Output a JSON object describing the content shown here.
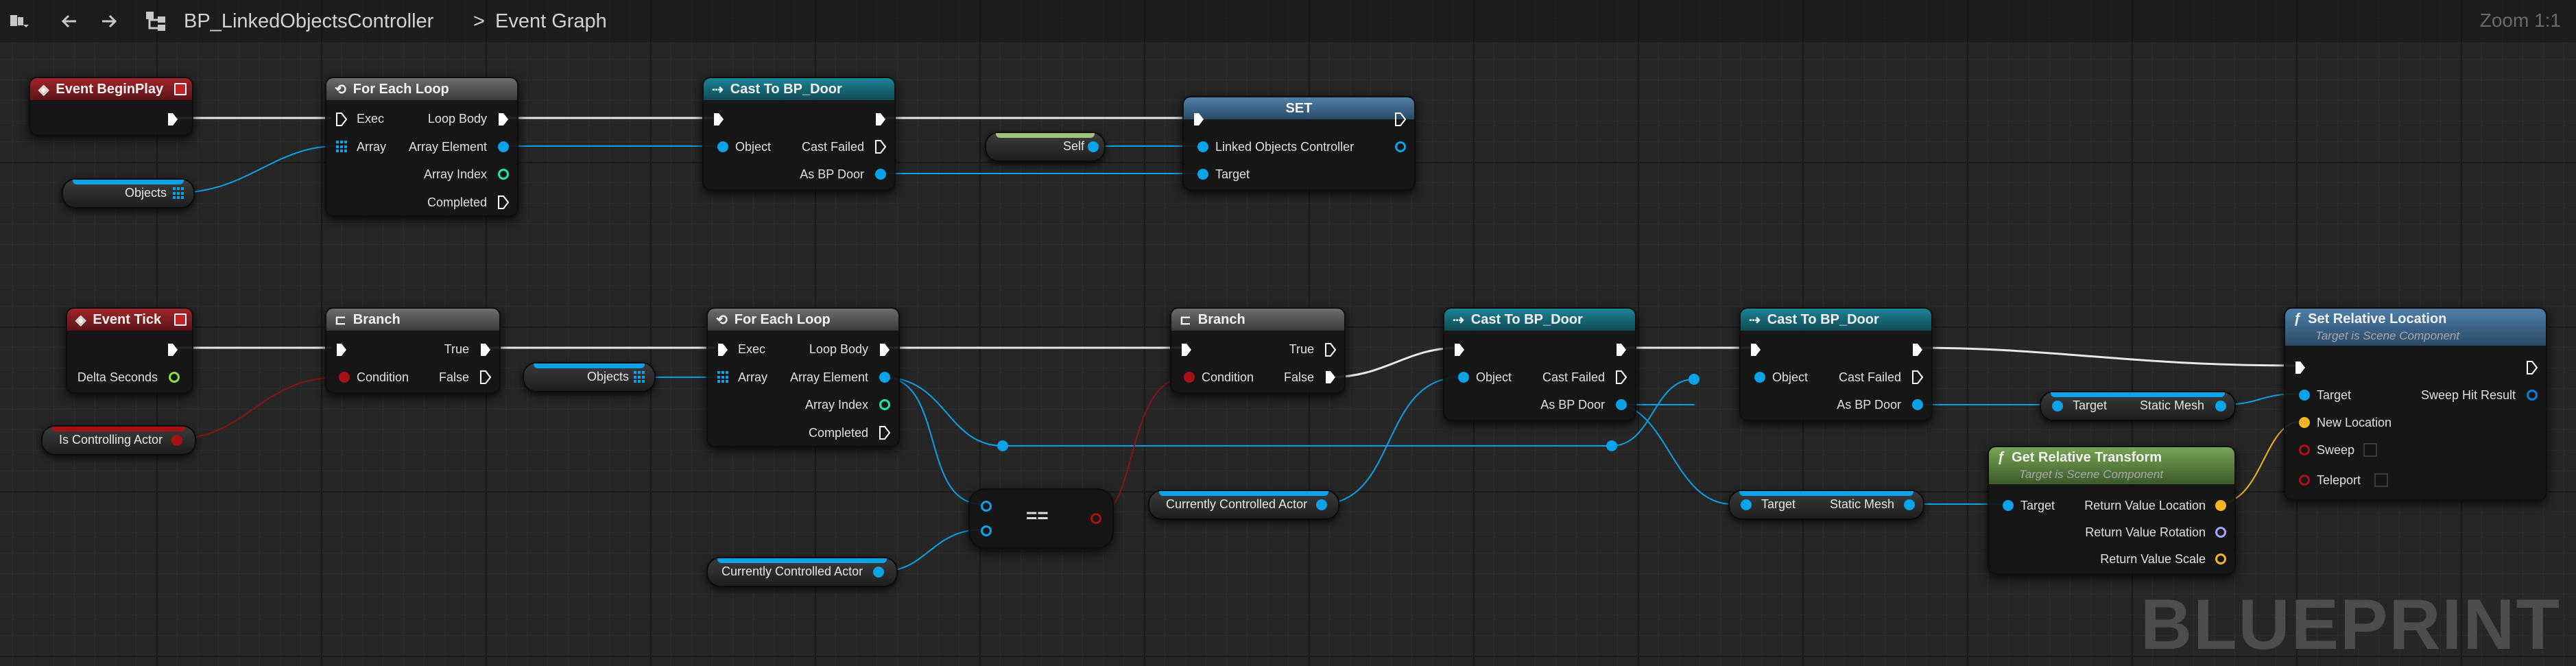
{
  "toolbar": {
    "blueprint_name": "BP_LinkedObjectsController",
    "separator": ">",
    "graph_name": "Event Graph",
    "zoom": "Zoom 1:1"
  },
  "watermark": "BLUEPRINT",
  "colors": {
    "event": "#a1242a",
    "flow": "#6d6d6d",
    "cast": "#1a8396",
    "function": "#4e7fa8",
    "pure_function": "#78a455",
    "object_pin": "#0aa3e8",
    "bool_pin": "#a81212",
    "vector_pin": "#f4b623",
    "rotator_pin": "#a5a6ff",
    "int_pin": "#1fe6a6",
    "float_pin": "#8ee03c"
  },
  "nodes": {
    "event_beginplay": {
      "title": "Event BeginPlay"
    },
    "foreach1": {
      "title": "For Each Loop",
      "exec": "Exec",
      "array": "Array",
      "loop_body": "Loop Body",
      "array_element": "Array Element",
      "array_index": "Array Index",
      "completed": "Completed"
    },
    "cast1": {
      "title": "Cast To BP_Door",
      "object": "Object",
      "cast_failed": "Cast Failed",
      "as_door": "As BP Door"
    },
    "set": {
      "title": "SET",
      "linked": "Linked Objects Controller",
      "target": "Target"
    },
    "self": {
      "label": "Self"
    },
    "objects1": {
      "label": "Objects"
    },
    "event_tick": {
      "title": "Event Tick",
      "delta": "Delta Seconds"
    },
    "is_controlling": {
      "label": "Is Controlling Actor"
    },
    "branch1": {
      "title": "Branch",
      "condition": "Condition",
      "true": "True",
      "false": "False"
    },
    "objects2": {
      "label": "Objects"
    },
    "foreach2": {
      "title": "For Each Loop",
      "exec": "Exec",
      "array": "Array",
      "loop_body": "Loop Body",
      "array_element": "Array Element",
      "array_index": "Array Index",
      "completed": "Completed"
    },
    "branch2": {
      "title": "Branch",
      "condition": "Condition",
      "true": "True",
      "false": "False"
    },
    "equal": {
      "symbol": "=="
    },
    "current1": {
      "label": "Currently Controlled Actor"
    },
    "current2": {
      "label": "Currently Controlled Actor"
    },
    "cast2": {
      "title": "Cast To BP_Door",
      "object": "Object",
      "cast_failed": "Cast Failed",
      "as_door": "As BP Door"
    },
    "cast3": {
      "title": "Cast To BP_Door",
      "object": "Object",
      "cast_failed": "Cast Failed",
      "as_door": "As BP Door"
    },
    "staticmesh1": {
      "target": "Target",
      "mesh": "Static Mesh"
    },
    "staticmesh2": {
      "target": "Target",
      "mesh": "Static Mesh"
    },
    "get_transform": {
      "title": "Get Relative Transform",
      "subtitle": "Target is Scene Component",
      "target": "Target",
      "loc": "Return Value Location",
      "rot": "Return Value Rotation",
      "scale": "Return Value Scale"
    },
    "set_location": {
      "title": "Set Relative Location",
      "subtitle": "Target is Scene Component",
      "target": "Target",
      "new_location": "New Location",
      "sweep": "Sweep",
      "teleport": "Teleport",
      "sweep_hit": "Sweep Hit Result"
    }
  }
}
